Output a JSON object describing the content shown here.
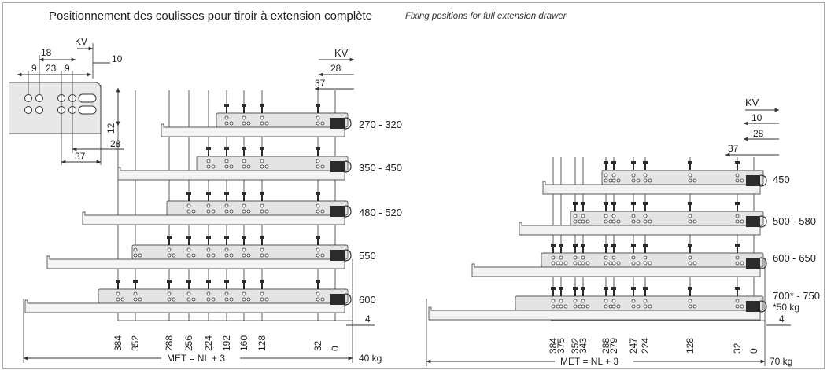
{
  "header": {
    "title_fr": "Positionnement des coulisses pour tiroir à extension complète",
    "title_en": "Fixing positions for full extension drawer"
  },
  "colors": {
    "line": "#333333",
    "rail_fill": "#e4e4e4",
    "rail_stroke": "#555555",
    "block": "#2b2b2b",
    "border": "#aaaaaa"
  },
  "detail": {
    "kv": "KV",
    "d18": "18",
    "d10": "10",
    "d9a": "9",
    "d23": "23",
    "d9b": "9",
    "d12": "12",
    "d28": "28",
    "d37": "37"
  },
  "left": {
    "kv": "KV",
    "d28": "28",
    "d37": "37",
    "sizes": [
      "270 - 320",
      "350 - 450",
      "480 - 520",
      "550",
      "600"
    ],
    "dim4": "4",
    "ticks": [
      "384",
      "352",
      "288",
      "256",
      "224",
      "192",
      "160",
      "128",
      "32",
      "0"
    ],
    "met": "MET = NL + 3",
    "load": "40 kg"
  },
  "right": {
    "kv": "KV",
    "d10": "10",
    "d28": "28",
    "d37": "37",
    "sizes": [
      "450",
      "500 - 580",
      "600 - 650",
      "700* - 750"
    ],
    "note": "*50 kg",
    "dim4": "4",
    "ticks": [
      "384",
      "375",
      "352",
      "343",
      "288",
      "279",
      "247",
      "224",
      "128",
      "32",
      "0"
    ],
    "met": "MET = NL + 3",
    "load": "70 kg"
  }
}
